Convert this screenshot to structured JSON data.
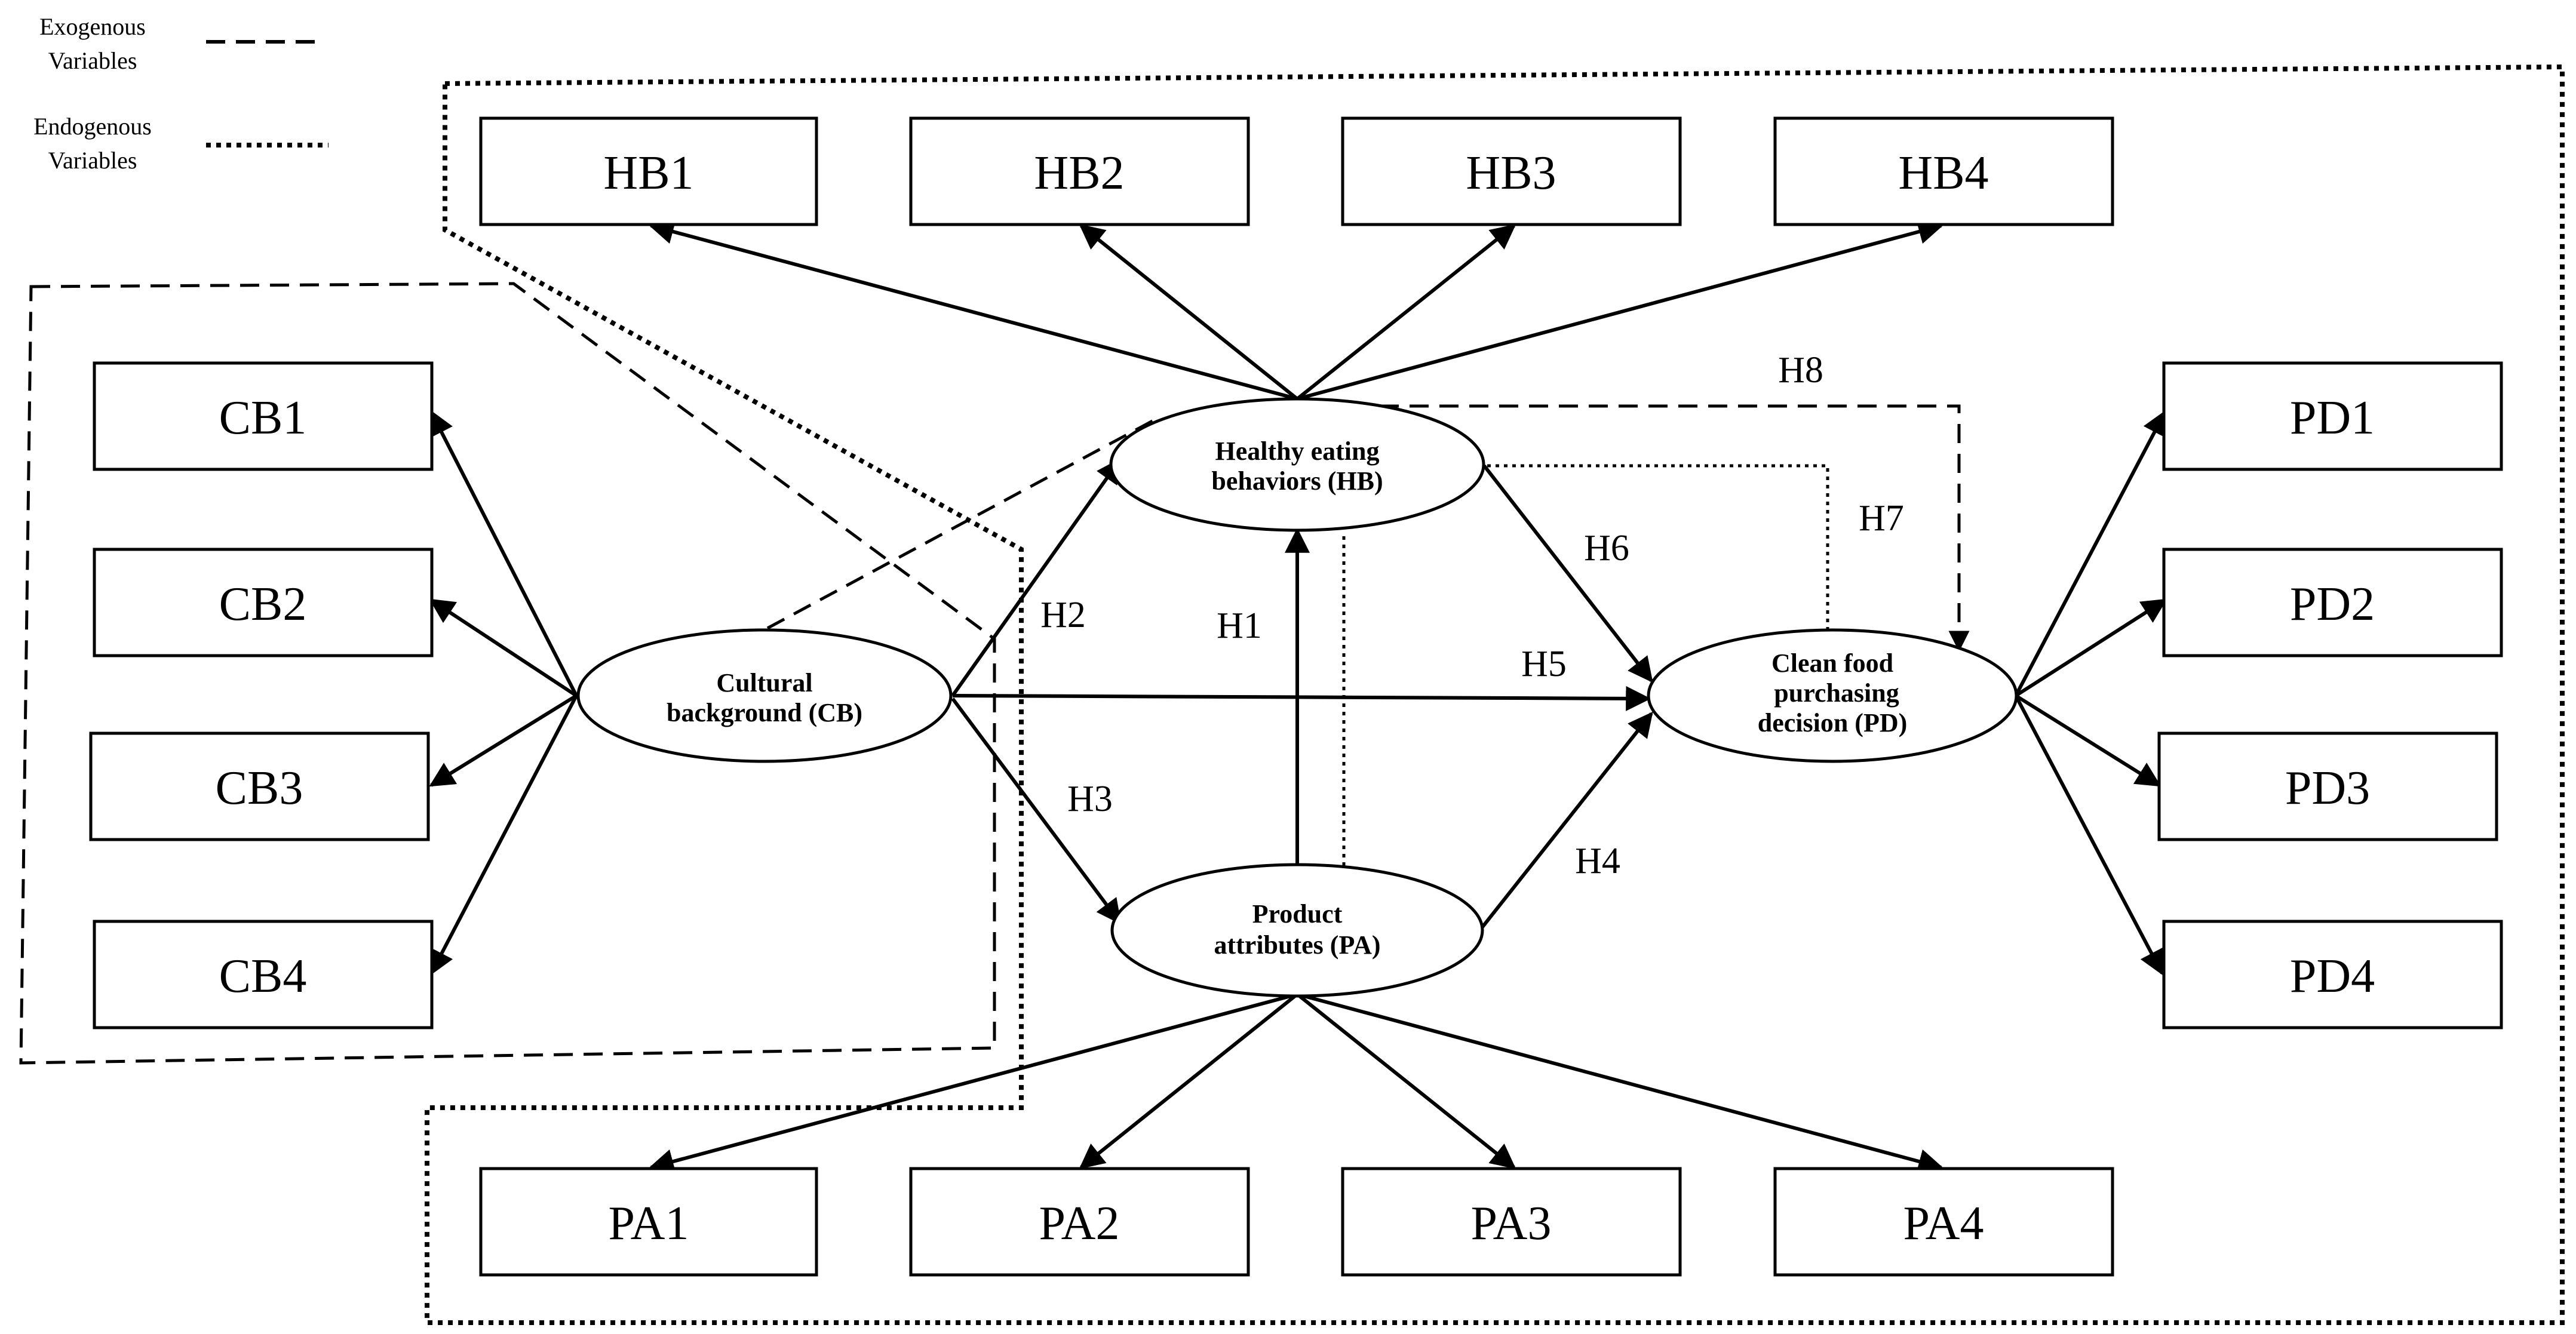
{
  "legend": {
    "exogenous": [
      "Exogenous",
      "Variables"
    ],
    "endogenous": [
      "Endogenous",
      "Variables"
    ]
  },
  "constructs": {
    "HB": [
      "Healthy eating",
      "behaviors (HB)"
    ],
    "CB": [
      "Cultural",
      "background (CB)"
    ],
    "PA": [
      "Product",
      "attributes (PA)"
    ],
    "PD": [
      "Clean food",
      "purchasing",
      "decision (PD)"
    ]
  },
  "indicators": {
    "HB": [
      "HB1",
      "HB2",
      "HB3",
      "HB4"
    ],
    "CB": [
      "CB1",
      "CB2",
      "CB3",
      "CB4"
    ],
    "PA": [
      "PA1",
      "PA2",
      "PA3",
      "PA4"
    ],
    "PD": [
      "PD1",
      "PD2",
      "PD3",
      "PD4"
    ]
  },
  "hypotheses": {
    "H1": "H1",
    "H2": "H2",
    "H3": "H3",
    "H4": "H4",
    "H5": "H5",
    "H6": "H6",
    "H7": "H7",
    "H8": "H8"
  },
  "colors": {
    "ink": "#000000",
    "background": "#ffffff"
  }
}
